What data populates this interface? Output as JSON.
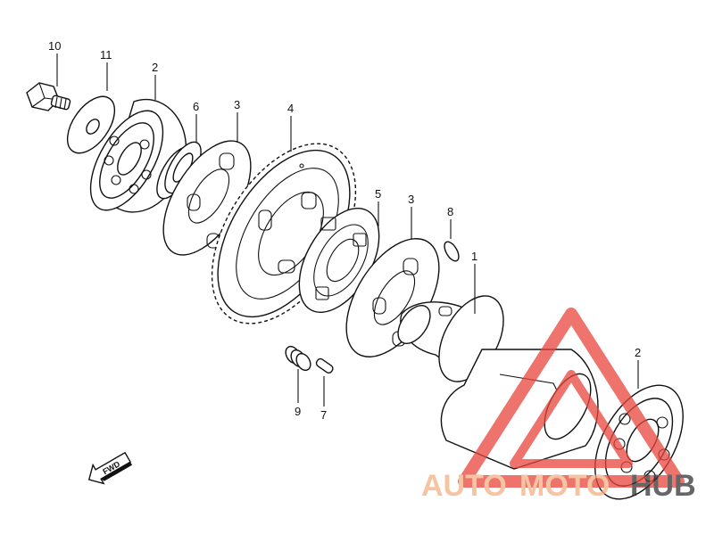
{
  "diagram": {
    "callouts": [
      {
        "id": "c10",
        "text": "10"
      },
      {
        "id": "c11",
        "text": "11"
      },
      {
        "id": "c2a",
        "text": "2"
      },
      {
        "id": "c6",
        "text": "6"
      },
      {
        "id": "c3a",
        "text": "3"
      },
      {
        "id": "c4",
        "text": "4"
      },
      {
        "id": "c5",
        "text": "5"
      },
      {
        "id": "c3b",
        "text": "3"
      },
      {
        "id": "c8",
        "text": "8"
      },
      {
        "id": "c1",
        "text": "1"
      },
      {
        "id": "c2b",
        "text": "2"
      },
      {
        "id": "c9",
        "text": "9"
      },
      {
        "id": "c7",
        "text": "7"
      }
    ],
    "fwd_label": "FWD"
  },
  "watermark": {
    "text_a": "AUTO",
    "text_b": "MOTO",
    "text_c": "HUB",
    "color_orange": "#f4b183",
    "color_red": "#e8453c",
    "color_dark": "#333333"
  }
}
